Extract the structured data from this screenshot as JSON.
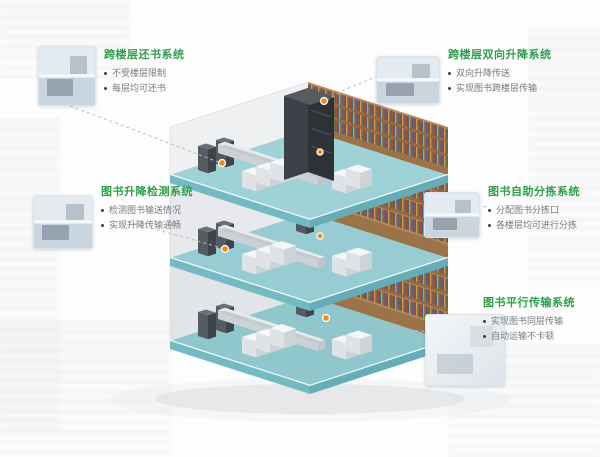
{
  "callouts": [
    {
      "title": "跨楼层还书系统",
      "bullets": [
        "不受楼层限制",
        "每层均可还书"
      ]
    },
    {
      "title": "跨楼层双向升降系统",
      "bullets": [
        "双向升降传送",
        "实现图书跨楼层传输"
      ]
    },
    {
      "title": "图书升降检测系统",
      "bullets": [
        "检测图书输送情况",
        "实现升降传输通畅"
      ]
    },
    {
      "title": "图书自助分拣系统",
      "bullets": [
        "分配图书分拣口",
        "各楼层均可进行分拣"
      ]
    },
    {
      "title": "图书平行传输系统",
      "bullets": [
        "实现图书同层传输",
        "自动运输不卡顿"
      ]
    }
  ],
  "colors": {
    "title_green": "#2f9e4b",
    "bullet_gray": "#75797e",
    "floor_teal": "#9ed2d7",
    "bookshelf_wood": "#b9885a",
    "accent_orange": "#f08c1e"
  }
}
